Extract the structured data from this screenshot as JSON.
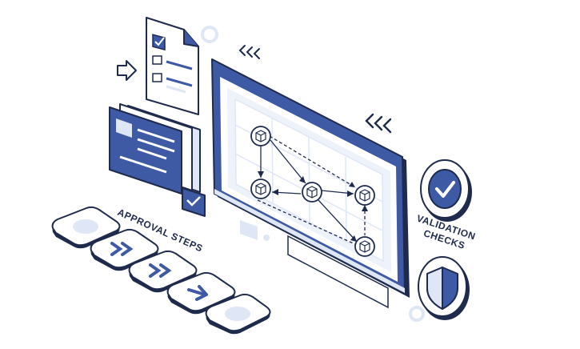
{
  "labels": {
    "approval_steps": "APPROVAL STEPS",
    "validation_line1": "VALIDATION",
    "validation_line2": "CHECKS"
  },
  "colors": {
    "primary": "#3f5aa5",
    "dark": "#1f2b4d",
    "light": "#dfe6f6",
    "lighter": "#eef2fa",
    "white": "#ffffff"
  },
  "icons": {
    "document": "checklist-document-icon",
    "cards": "stacked-cards-icon",
    "monitor": "workflow-monitor-icon",
    "check_badge": "check-badge-icon",
    "shield": "shield-icon",
    "arrow": "pointer-arrow-icon",
    "chevrons": "chevrons-left-icon"
  },
  "steps": [
    {
      "icon": "circle-icon"
    },
    {
      "icon": "double-chevron-icon"
    },
    {
      "icon": "double-chevron-icon"
    },
    {
      "icon": "arrow-right-icon"
    },
    {
      "icon": "circle-icon"
    }
  ]
}
